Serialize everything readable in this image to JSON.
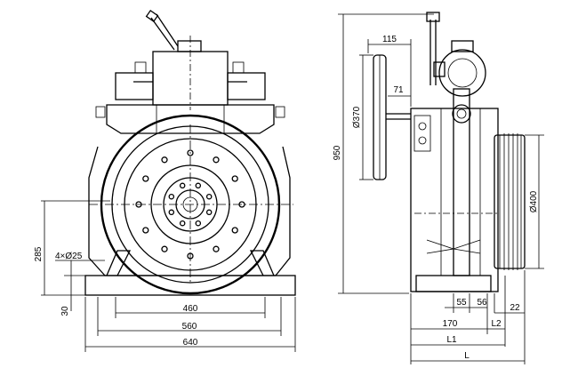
{
  "front_view": {
    "dims": {
      "height_285": "285",
      "holes": "4×Ø25",
      "base_30": "30",
      "width_460": "460",
      "width_560": "560",
      "width_640": "640"
    }
  },
  "side_view": {
    "dims": {
      "height_950": "950",
      "top_115": "115",
      "handwheel_370": "Ø370",
      "offset_71": "71",
      "sheave_400": "Ø400",
      "w_55": "55",
      "w_56": "56",
      "w_22": "22",
      "w_170": "170",
      "L1": "L1",
      "L2": "L2",
      "L": "L"
    }
  }
}
